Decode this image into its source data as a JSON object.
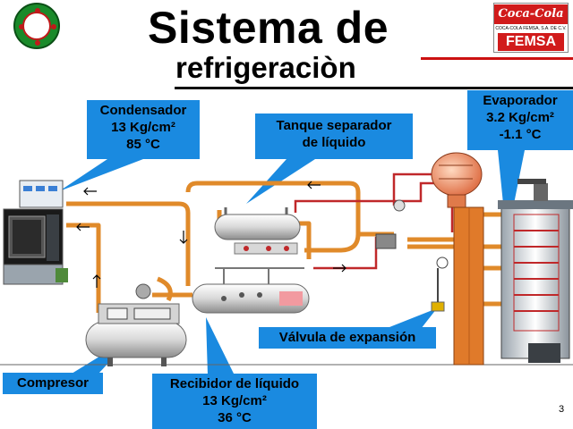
{
  "slide": {
    "title_line1": "Sistema de",
    "title_line2": "refrigeraciòn",
    "page_number": "3"
  },
  "logo_right": {
    "brand": "Coca-Cola",
    "subtitle": "COCA-COLA FEMSA, S.A. DE C.V.",
    "name": "FEMSA"
  },
  "callouts": {
    "condensador": {
      "line1": "Condensador",
      "line2": "13 Kg/cm²",
      "line3": "85 °C"
    },
    "tanque": {
      "line1": "Tanque separador",
      "line2": "de líquido"
    },
    "evaporador": {
      "line1": "Evaporador",
      "line2": "3.2 Kg/cm²",
      "line3": "-1.1 °C"
    },
    "valvula": {
      "line1": "Válvula de expansión"
    },
    "compresor": {
      "line1": "Compresor"
    },
    "recibidor": {
      "line1": "Recibidor de líquido",
      "line2": "13 Kg/cm²",
      "line3": "36 °C"
    }
  },
  "colors": {
    "callout_blue": "#1a8ae0",
    "pipe_orange": "#e08a2a",
    "pipe_red": "#c0282a",
    "logo_red": "#d11b1b"
  }
}
